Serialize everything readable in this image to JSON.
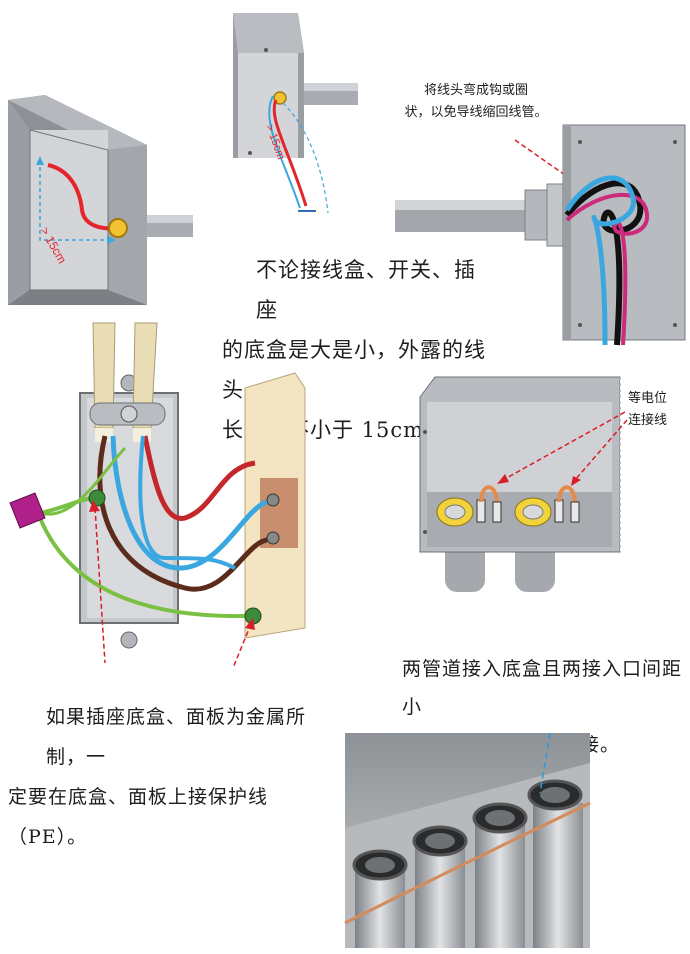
{
  "figure1": {
    "length_label": "> 15cm"
  },
  "figure2": {
    "length_label": "> 15cm"
  },
  "figure3": {
    "note_line1": "将线头弯成钩或圈",
    "note_line2": "状，以免导线缩回线管。"
  },
  "main_caption": {
    "line1": "不论接线盒、开关、插座",
    "line2": "的底盒是大是小，外露的线头",
    "line3": "长度应不小于 15cm。"
  },
  "figure5": {
    "label_line1": "等电位",
    "label_line2": "连接线"
  },
  "pe_caption": {
    "line1": "如果插座底盒、面板为金属所制，一",
    "line2": "定要在底盒、面板上接保护线（PE）。"
  },
  "bonding_caption": {
    "line1": "两管道接入底盒且两接入口间距小",
    "line2": "的，建议进行等电位连接。"
  },
  "colors": {
    "red_wire": "#e3262c",
    "blue_wire": "#3aa7e0",
    "brown_wire": "#5b2b1b",
    "pe_wire": "#7ac143",
    "box_gray": "#c9cbcf",
    "annotation_red": "#d91e2a"
  }
}
